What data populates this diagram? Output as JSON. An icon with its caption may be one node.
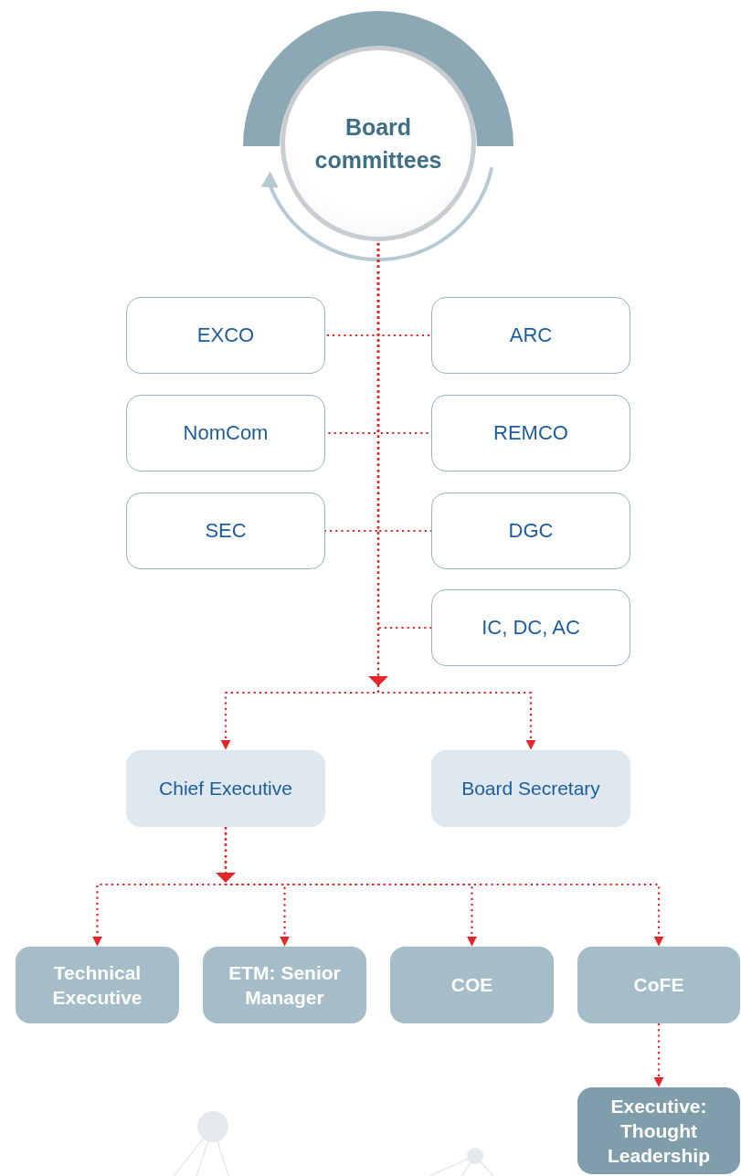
{
  "diagram": {
    "nodes": [
      {
        "text": [
          "Board committees"
        ]
      },
      {
        "text": [
          "EXCO"
        ]
      },
      {
        "text": [
          "ARC"
        ]
      },
      {
        "text": [
          "NomCom"
        ]
      },
      {
        "text": [
          "REMCO"
        ]
      },
      {
        "text": [
          "SEC"
        ]
      },
      {
        "text": [
          "DGC"
        ]
      },
      {
        "text": [
          "IC, DC, AC"
        ]
      },
      {
        "text": [
          "Chief Executive"
        ]
      },
      {
        "text": [
          "Board Secretary"
        ]
      },
      {
        "text": [
          "Technical Executive"
        ]
      },
      {
        "text": [
          "ETM: Senior Manager"
        ]
      },
      {
        "text": [
          "COE"
        ]
      },
      {
        "text": [
          "CoFE"
        ]
      },
      {
        "text": [
          "Executive: Thought Leadership"
        ]
      }
    ],
    "edges": [
      {
        "from": 0,
        "to": 1,
        "arrow": "none"
      },
      {
        "from": 0,
        "to": 2,
        "arrow": "none"
      },
      {
        "from": 0,
        "to": 3,
        "arrow": "none"
      },
      {
        "from": 0,
        "to": 4,
        "arrow": "none"
      },
      {
        "from": 0,
        "to": 5,
        "arrow": "none"
      },
      {
        "from": 0,
        "to": 6,
        "arrow": "none"
      },
      {
        "from": 0,
        "to": 7,
        "arrow": "none"
      },
      {
        "from": 0,
        "to": 8,
        "arrow": "to"
      },
      {
        "from": 0,
        "to": 9,
        "arrow": "to"
      },
      {
        "from": 8,
        "to": 10,
        "arrow": "to"
      },
      {
        "from": 8,
        "to": 11,
        "arrow": "to"
      },
      {
        "from": 8,
        "to": 12,
        "arrow": "to"
      },
      {
        "from": 8,
        "to": 13,
        "arrow": "to"
      },
      {
        "from": 13,
        "to": 14,
        "arrow": "to"
      }
    ]
  }
}
